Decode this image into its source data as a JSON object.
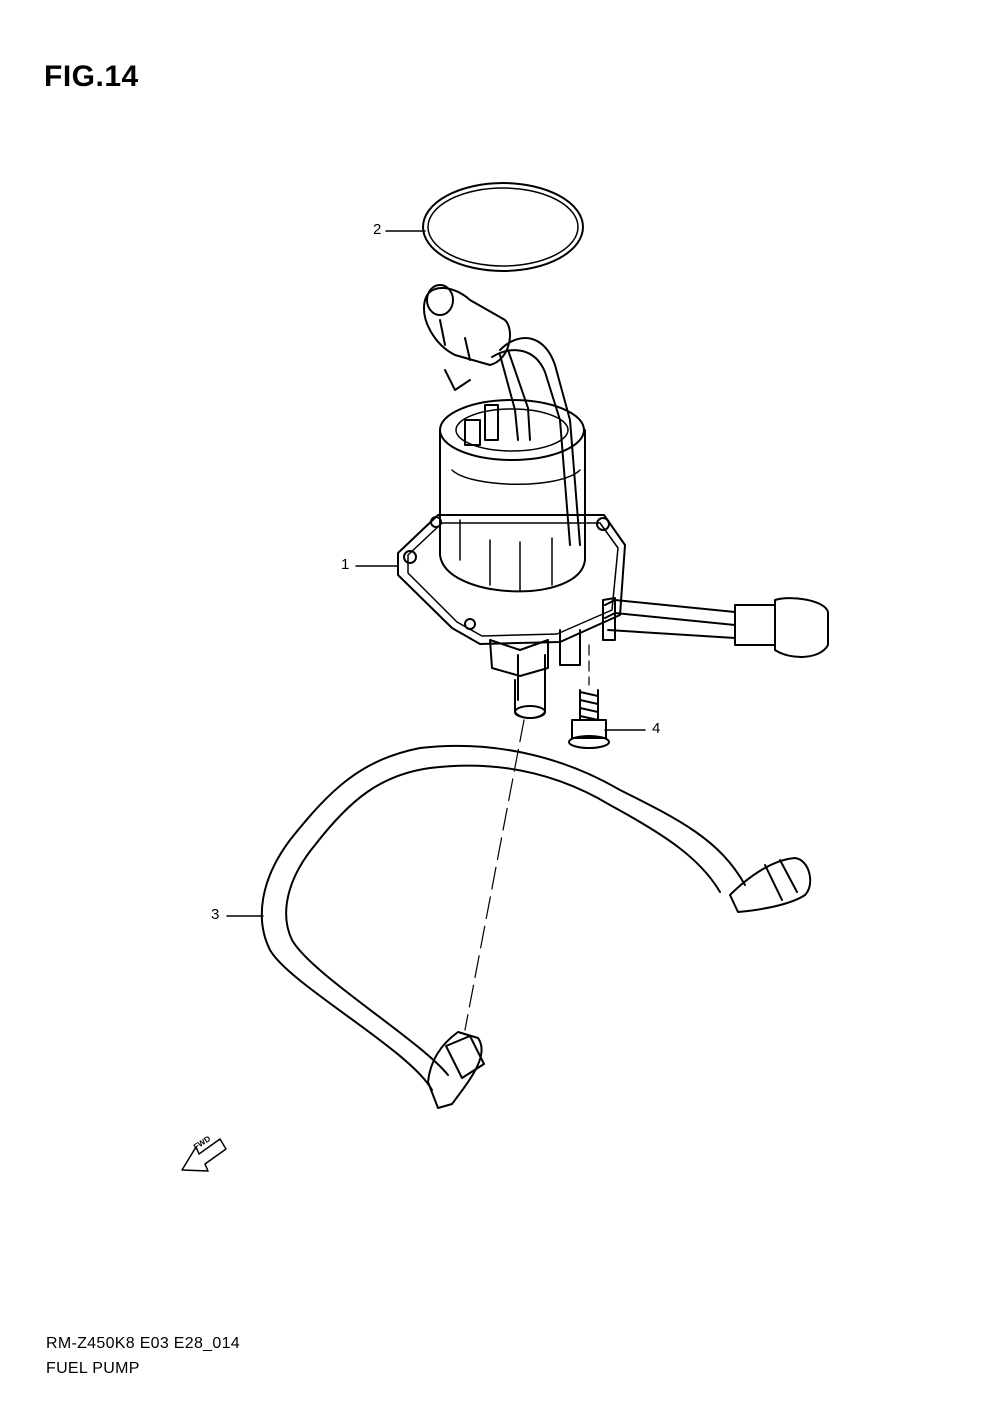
{
  "figure": {
    "title": "FIG.14"
  },
  "callouts": [
    {
      "id": "1",
      "label": "1"
    },
    {
      "id": "2",
      "label": "2"
    },
    {
      "id": "3",
      "label": "3"
    },
    {
      "id": "4",
      "label": "4"
    }
  ],
  "fwd_marker": {
    "label": "FWD",
    "icon": "fwd-arrow-icon"
  },
  "footer": {
    "model_code": "RM-Z450K8 E03 E28_014",
    "section_name": "FUEL PUMP"
  }
}
